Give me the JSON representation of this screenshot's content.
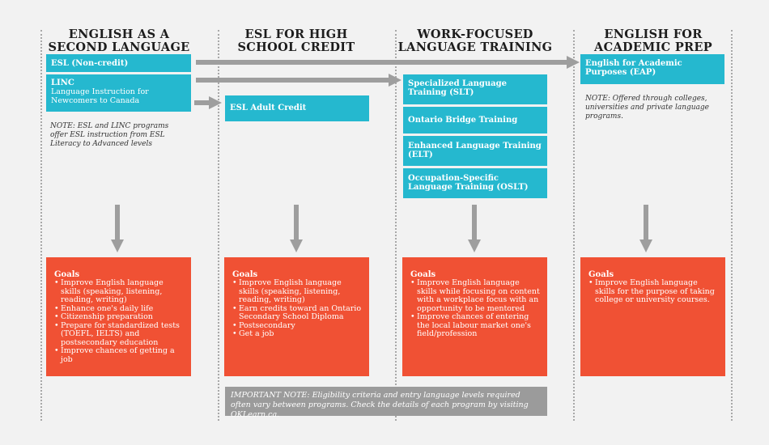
{
  "columns": [
    {
      "title_lines": [
        "ENGLISH AS A",
        "SECOND LANGUAGE"
      ]
    },
    {
      "title_lines": [
        "ESL FOR HIGH",
        "SCHOOL CREDIT"
      ]
    },
    {
      "title_lines": [
        "WORK-FOCUSED",
        "LANGUAGE TRAINING"
      ]
    },
    {
      "title_lines": [
        "ENGLISH FOR",
        "ACADEMIC PREP"
      ]
    }
  ],
  "programs": {
    "esl": {
      "title": "ESL (Non-credit)"
    },
    "linc": {
      "title": "LINC",
      "subtitle": "Language Instruction for Newcomers to Canada"
    },
    "esl_adult_credit": {
      "title": "ESL Adult Credit"
    },
    "slt": {
      "title": "Specialized Language Training (SLT)"
    },
    "obt": {
      "title": "Ontario Bridge Training"
    },
    "elt": {
      "title": "Enhanced Language Training (ELT)"
    },
    "oslt": {
      "title": "Occupation-Specific Language Training (OSLT)"
    },
    "eap": {
      "title": "English for Academic Purposes (EAP)"
    }
  },
  "notes": {
    "esl_linc": "NOTE:  ESL and LINC programs offer ESL instruction from ESL Literacy to Advanced levels",
    "eap": "NOTE: Offered through colleges, universities  and private language programs."
  },
  "goals": [
    {
      "heading": "Goals",
      "items": [
        "Improve English language skills (speaking, listening, reading, writing)",
        "Enhance one's daily life",
        "Citizenship preparation",
        "Prepare for standardized tests (TOEFL, IELTS) and postsecondary education",
        "Improve chances of getting a job"
      ]
    },
    {
      "heading": "Goals",
      "items": [
        "Improve English language skills (speaking, listening, reading, writing)",
        "Earn credits  toward an Ontario Secondary School Diploma",
        "Postsecondary",
        "Get a job"
      ]
    },
    {
      "heading": "Goals",
      "items": [
        "Improve English language skills while focusing on content with a workplace focus with an opportunity to be mentored",
        "Improve chances of entering the local labour market one's field/profession"
      ]
    },
    {
      "heading": "Goals",
      "items": [
        "Improve English language skills for the purpose of taking college or university courses."
      ]
    }
  ],
  "important_note": "IMPORTANT NOTE: Eligibility criteria and entry language levels required often vary between programs. Check the details of each program by visiting OKLearn.ca.",
  "colors": {
    "teal": "#25b8cf",
    "orange": "#f05134",
    "arrow": "#9e9e9e",
    "note_bg": "#9b9b9b"
  }
}
